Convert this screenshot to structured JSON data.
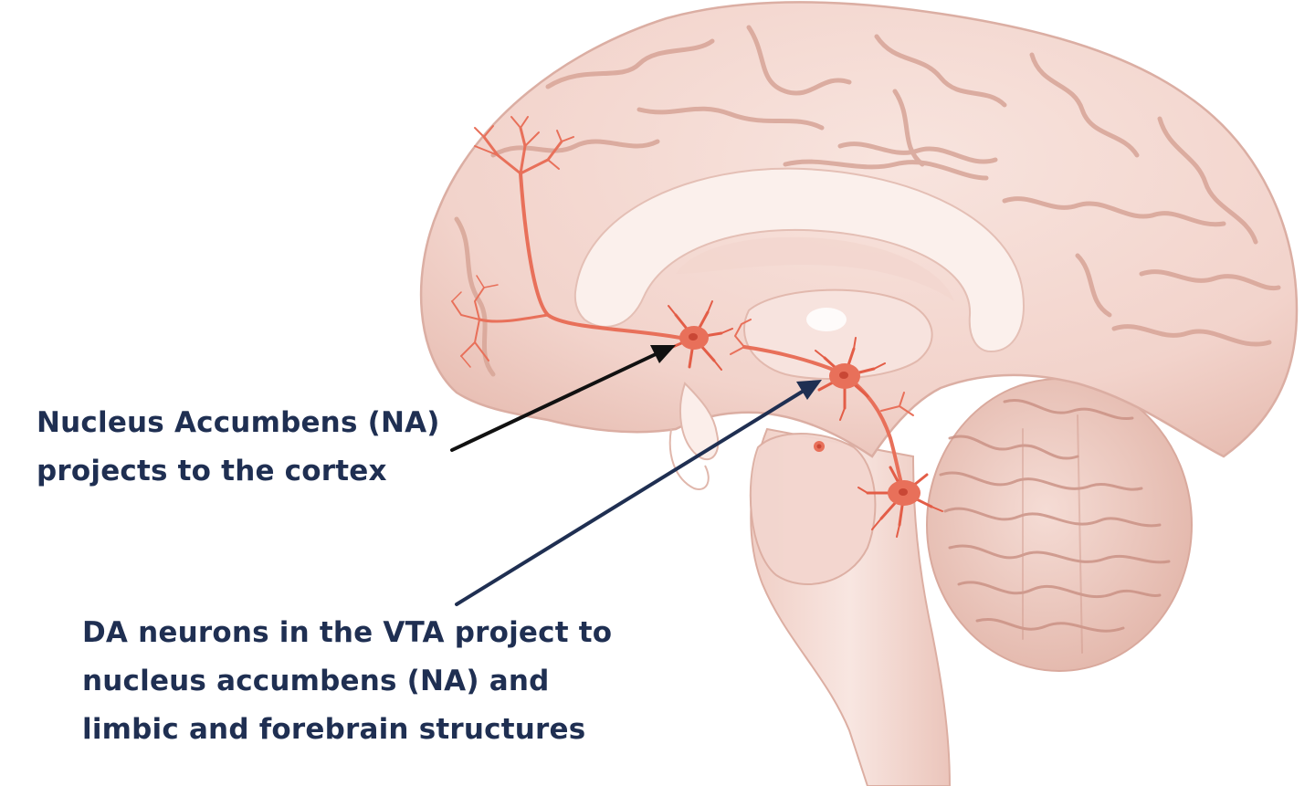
{
  "colors": {
    "background": "#ffffff",
    "brain_fill": "#f4d9d2",
    "brain_shadow": "#e3b6ab",
    "brain_highlight": "#fbeeea",
    "neuron": "#e8705a",
    "neuron_body": "#e35d47",
    "arrow_na": "#111111",
    "arrow_vta": "#1f2f52",
    "label_text": "#1f2f52"
  },
  "labels": {
    "na_line1": "Nucleus Accumbens (NA)",
    "na_line2": "projects to the cortex",
    "vta_line1": "DA neurons in the VTA project to",
    "vta_line2": "nucleus accumbens (NA) and",
    "vta_line3": "limbic and forebrain structures"
  },
  "icons": {
    "neuron_na": "neuron-icon",
    "neuron_vta": "neuron-icon",
    "neuron_brainstem": "neuron-icon"
  }
}
